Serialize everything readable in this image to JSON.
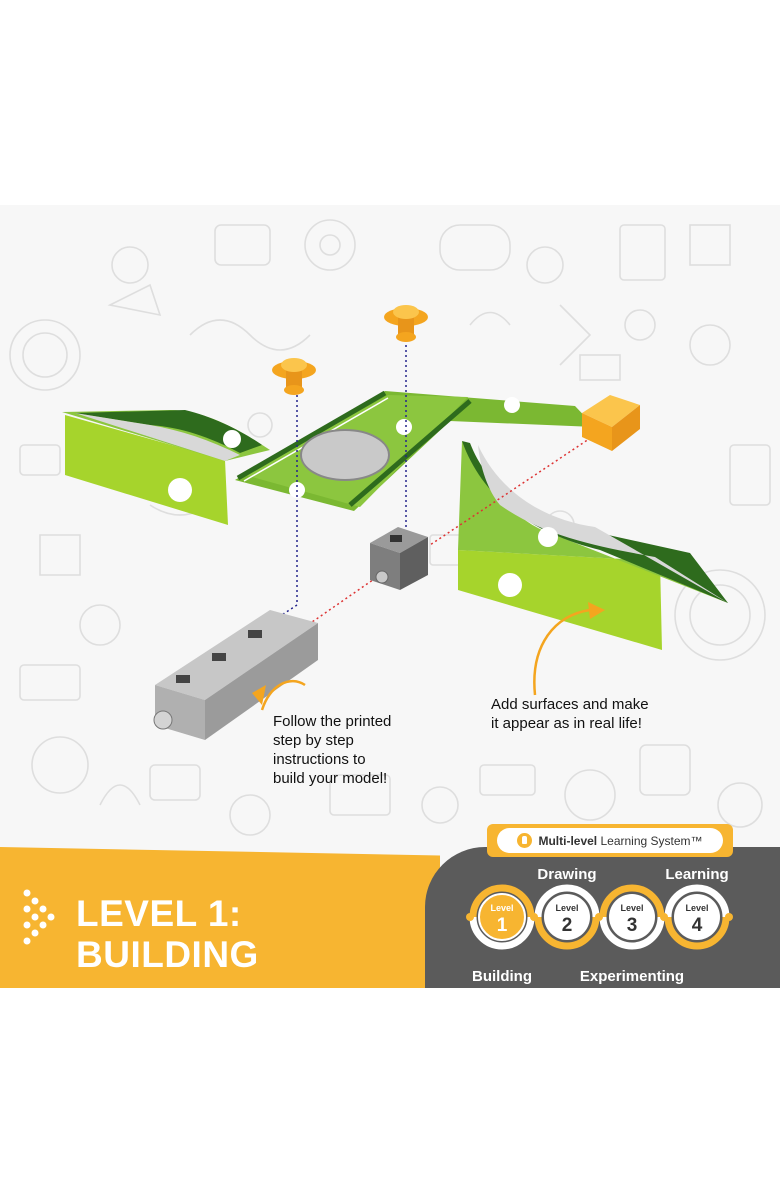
{
  "notes": {
    "left": "Follow the printed\nstep by step\ninstructions to\nbuild your model!",
    "right": "Add surfaces and make\nit appear as in real life!"
  },
  "banner": {
    "title_line1": "LEVEL 1:",
    "title_line2": "BUILDING",
    "system_bold": "Multi-level",
    "system_rest": " Learning System™",
    "levels": [
      {
        "word": "Level",
        "number": "1",
        "name": "Building",
        "active": true
      },
      {
        "word": "Level",
        "number": "2",
        "name": "Drawing",
        "active": false
      },
      {
        "word": "Level",
        "number": "3",
        "name": "Experimenting",
        "active": false
      },
      {
        "word": "Level",
        "number": "4",
        "name": "Learning",
        "active": false
      }
    ]
  },
  "colors": {
    "accent": "#f7b531",
    "panel": "#5b5b5b",
    "wing_green": "#8cc63f",
    "wing_dark": "#2e6b1d",
    "text": "#111111"
  }
}
